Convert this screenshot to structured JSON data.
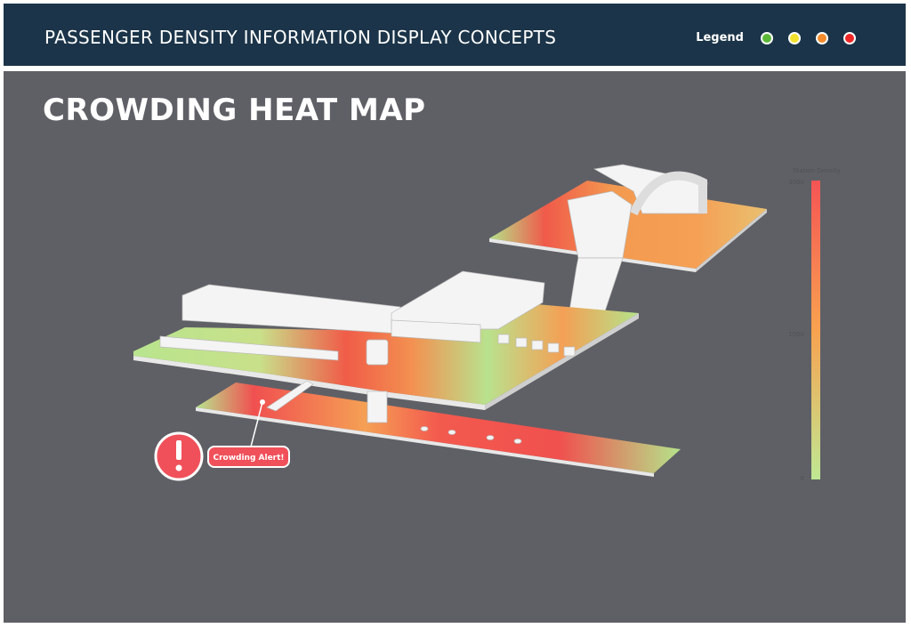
{
  "header": {
    "title": "PASSENGER DENSITY INFORMATION DISPLAY CONCEPTS",
    "legend_label": "Legend",
    "legend_colors": [
      "#5cb838",
      "#f3e22c",
      "#f48a2a",
      "#ee2626"
    ]
  },
  "main": {
    "title": "CROWDING HEAT MAP"
  },
  "scale": {
    "title": "Station Density",
    "max_label": "3000",
    "mid_label": "1000",
    "min_label": "0",
    "colors": [
      "#f55454",
      "#f8a250",
      "#bfe893"
    ]
  },
  "alert": {
    "icon": "exclamation-icon",
    "label": "Crowding Alert!",
    "color": "#f0505a"
  }
}
